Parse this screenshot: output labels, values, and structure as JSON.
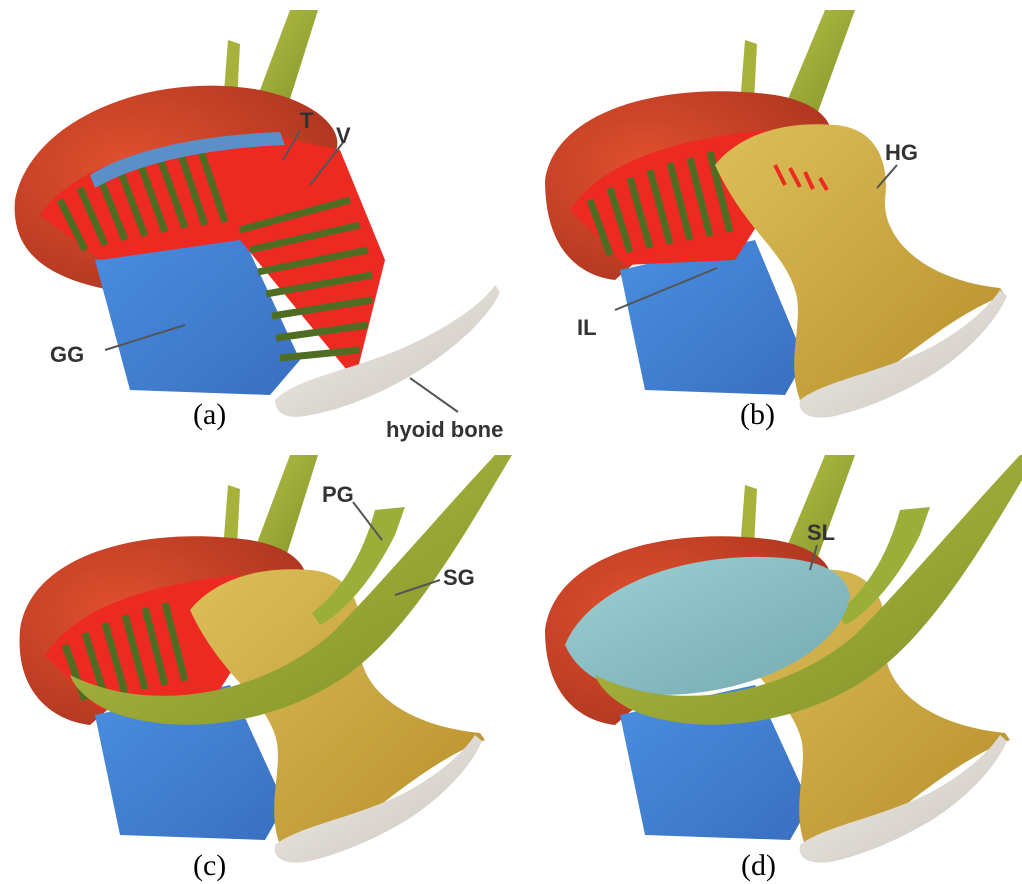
{
  "panels": [
    {
      "id": "a",
      "caption": "(a)",
      "labels": [
        {
          "key": "T",
          "text": "T"
        },
        {
          "key": "V",
          "text": "V"
        },
        {
          "key": "GG",
          "text": "GG"
        },
        {
          "key": "hyoid",
          "text": "hyoid bone"
        }
      ]
    },
    {
      "id": "b",
      "caption": "(b)",
      "labels": [
        {
          "key": "HG",
          "text": "HG"
        },
        {
          "key": "IL",
          "text": "IL"
        }
      ]
    },
    {
      "id": "c",
      "caption": "(c)",
      "labels": [
        {
          "key": "PG",
          "text": "PG"
        },
        {
          "key": "SG",
          "text": "SG"
        }
      ]
    },
    {
      "id": "d",
      "caption": "(d)",
      "labels": [
        {
          "key": "SL",
          "text": "SL"
        }
      ]
    }
  ],
  "colors": {
    "outer_red": "#c8402a",
    "muscle_red": "#ec2a22",
    "stripe_green": "#4f6d22",
    "gg_blue": "#3f82d6",
    "hg_yellow": "#c9a93c",
    "sg_green": "#9cae3a",
    "stem_green": "#a6b23a",
    "bone": "#e6e2dc",
    "sl_cyan": "#8fc3c8",
    "label_gray": "#333333"
  }
}
